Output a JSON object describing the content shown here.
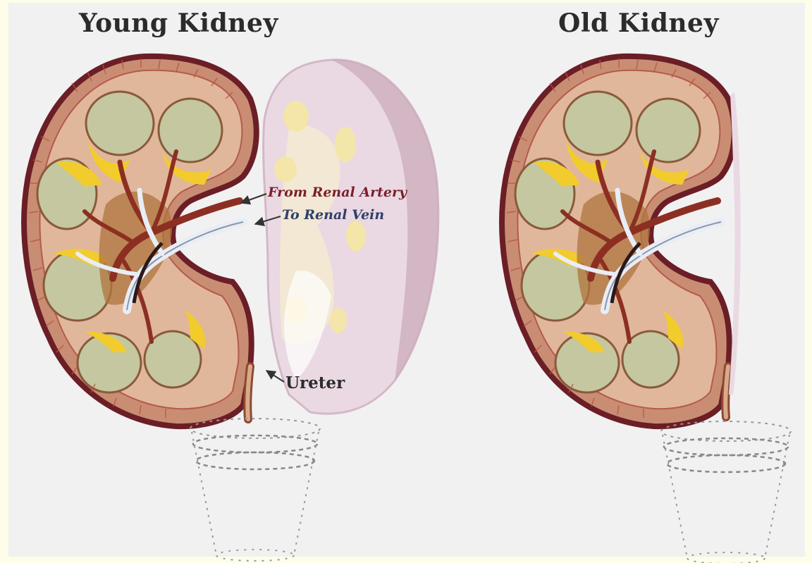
{
  "titles": {
    "young": "Young Kidney",
    "old": "Old Kidney"
  },
  "labels": {
    "artery": "From Renal Artery",
    "vein": "To Renal Vein",
    "ureter": "Ureter"
  },
  "colors": {
    "capsule": "#6b1e26",
    "cortex": "#d9a98a",
    "pyramid": "#bfc49a",
    "yellow": "#f2cc2c",
    "artery": "#9a3a2a",
    "vein": "#e8edf6",
    "cutSection": "#eadbe2"
  }
}
